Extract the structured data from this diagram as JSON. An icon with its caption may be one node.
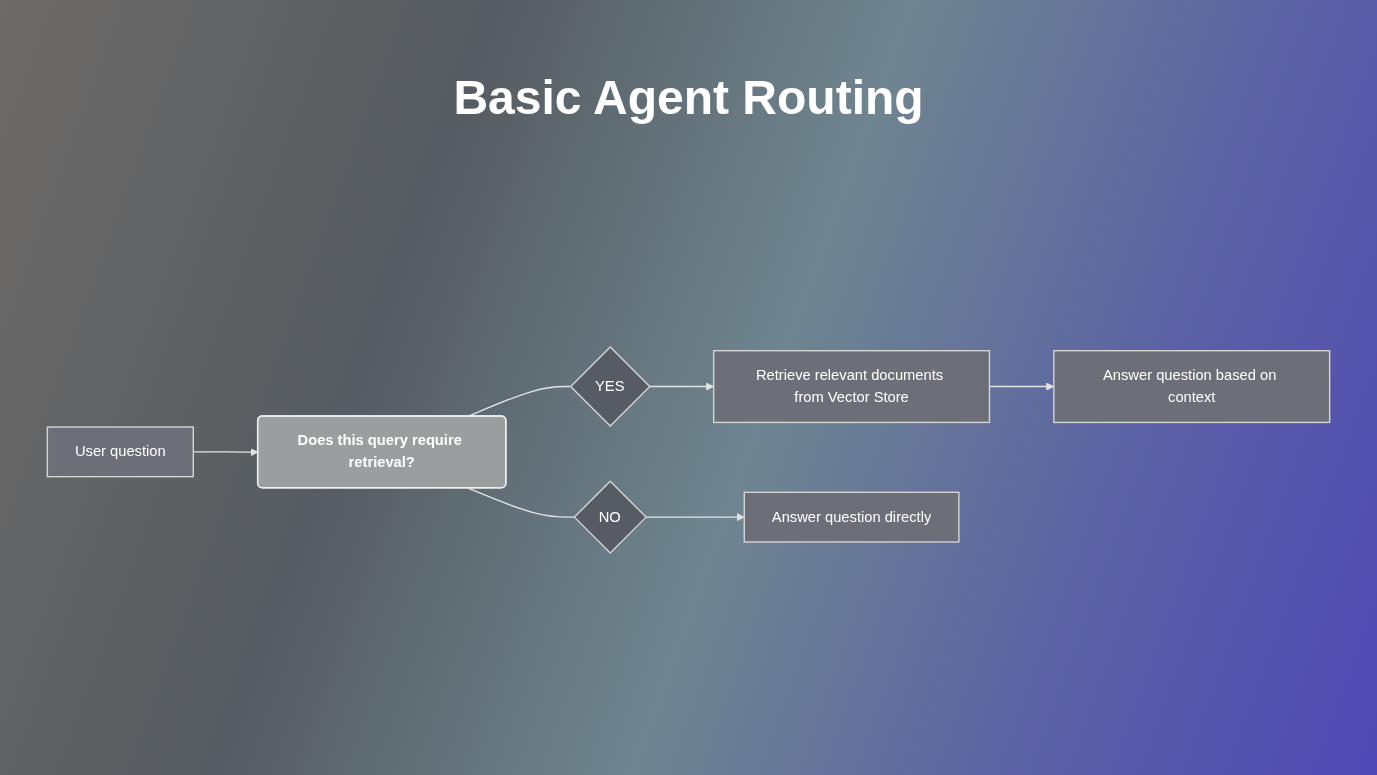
{
  "diagram": {
    "title": "Basic Agent Routing",
    "nodes": [
      {
        "text": [
          "User question"
        ]
      },
      {
        "text": [
          "Does this query require retrieval?"
        ]
      },
      {
        "text": [
          "YES"
        ]
      },
      {
        "text": [
          "Retrieve relevant documents from Vector Store"
        ]
      },
      {
        "text": [
          "NO"
        ]
      },
      {
        "text": [
          "Answer question directly"
        ]
      },
      {
        "text": [
          "Answer question based on context"
        ]
      }
    ],
    "edges": [
      {
        "from": 0,
        "to": 1,
        "arrow": "to"
      },
      {
        "from": 1,
        "to": 2,
        "arrow": "none"
      },
      {
        "from": 2,
        "to": 3,
        "arrow": "to"
      },
      {
        "from": 1,
        "to": 4,
        "arrow": "none"
      },
      {
        "from": 4,
        "to": 5,
        "arrow": "to"
      },
      {
        "from": 3,
        "to": 6,
        "arrow": "to"
      }
    ]
  }
}
